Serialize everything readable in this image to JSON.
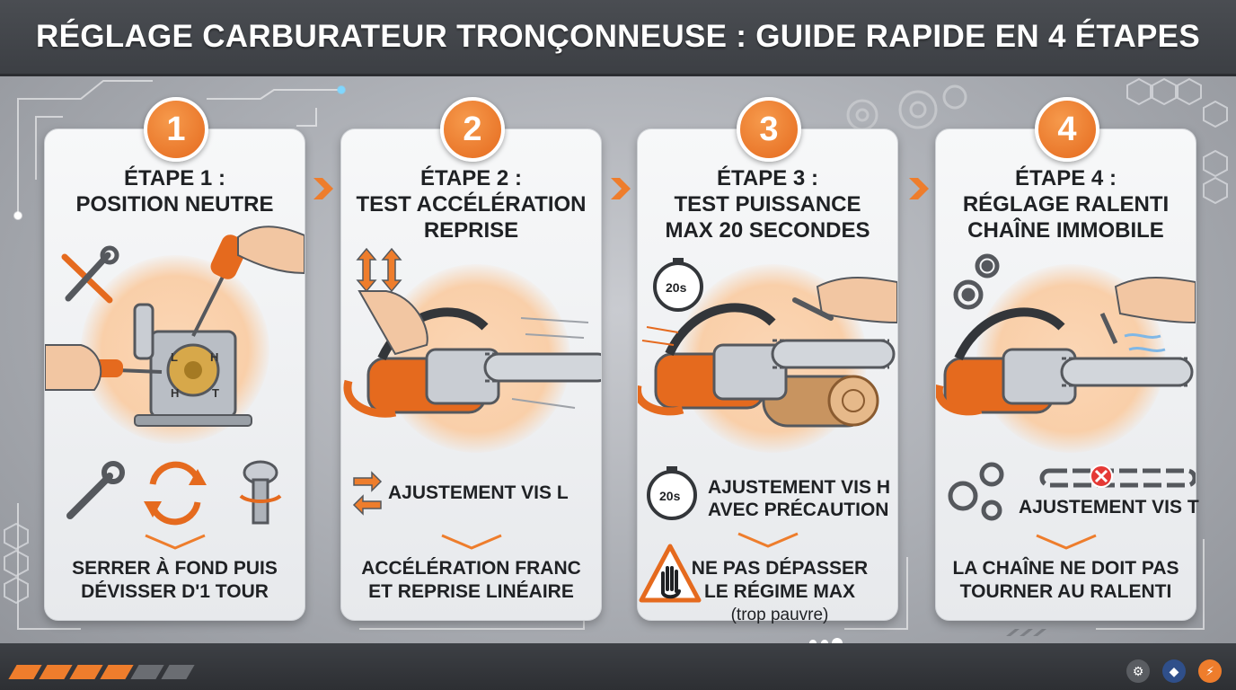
{
  "header": {
    "title": "RÉGLAGE CARBURATEUR TRONÇONNEUSE : GUIDE RAPIDE EN 4 ÉTAPES"
  },
  "colors": {
    "accent": "#ee7d2c",
    "header_bg": "#3c3f44",
    "card_bg": "#f4f5f7",
    "text": "#1f2124"
  },
  "steps": [
    {
      "number": "1",
      "title_line1": "ÉTAPE 1 :",
      "title_line2": "POSITION NEUTRE",
      "title_line3": "",
      "carb_labels": {
        "l": "L",
        "h": "H",
        "h2": "H",
        "t": "T"
      },
      "mid_text": "",
      "bottom_line1": "SERRER À FOND PUIS",
      "bottom_line2": "DÉVISSER D'1 TOUR",
      "bottom_line3": "",
      "icons": [
        "tools-icon",
        "wrench-icon",
        "rotate-icon",
        "screw-icon"
      ]
    },
    {
      "number": "2",
      "title_line1": "ÉTAPE 2 :",
      "title_line2": "TEST ACCÉLÉRATION",
      "title_line3": "REPRISE",
      "mid_text": "AJUSTEMENT VIS L",
      "bottom_line1": "ACCÉLÉRATION FRANC",
      "bottom_line2": "ET REPRISE LINÉAIRE",
      "bottom_line3": "",
      "icons": [
        "up-down-arrows-icon",
        "left-right-arrows-icon"
      ]
    },
    {
      "number": "3",
      "title_line1": "ÉTAPE 3 :",
      "title_line2": "TEST PUISSANCE",
      "title_line3": "MAX 20 SECONDES",
      "timer_label": "20s",
      "mid_text_line1": "AJUSTEMENT VIS H",
      "mid_text_line2": "AVEC PRÉCAUTION",
      "bottom_line1": "NE PAS DÉPASSER",
      "bottom_line2": "LE RÉGIME MAX",
      "bottom_line3": "(trop pauvre)",
      "icons": [
        "stopwatch-icon",
        "warning-hand-icon"
      ]
    },
    {
      "number": "4",
      "title_line1": "ÉTAPE 4 :",
      "title_line2": "RÉGLAGE RALENTI",
      "title_line3": "CHAÎNE IMMOBILE",
      "mid_text": "AJUSTEMENT VIS T",
      "bottom_line1": "LA CHAÎNE NE DOIT PAS",
      "bottom_line2": "TOURNER AU RALENTI",
      "bottom_line3": "",
      "icons": [
        "gears-icon",
        "chain-stop-icon"
      ]
    }
  ]
}
